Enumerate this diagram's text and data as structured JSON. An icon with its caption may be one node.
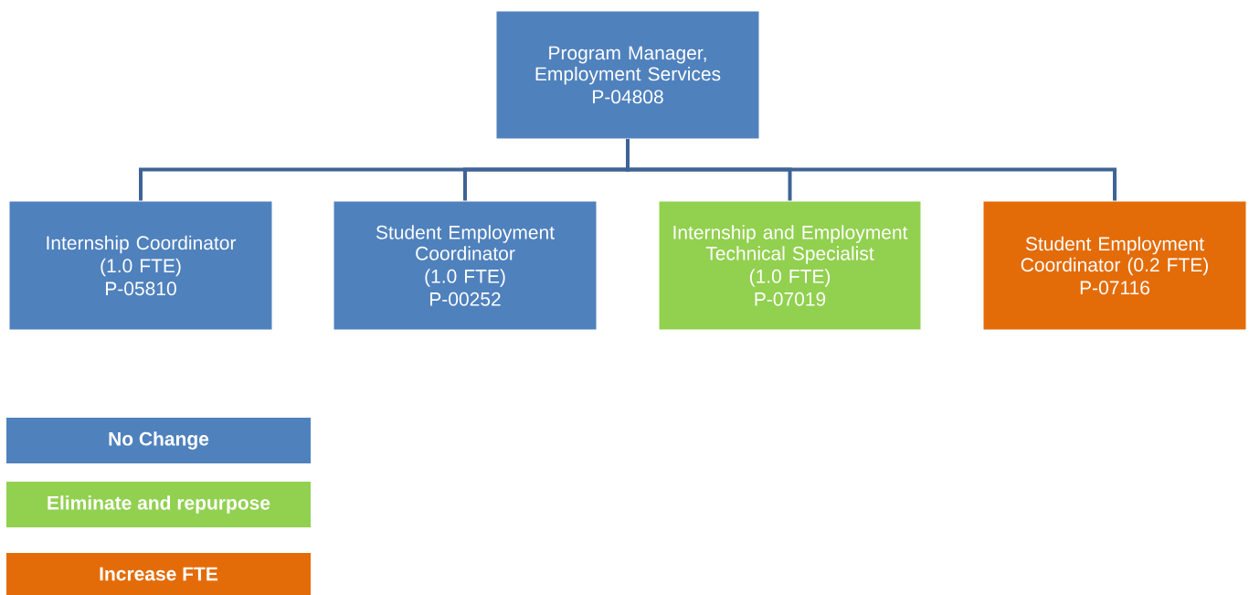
{
  "diagram": {
    "nodes": [
      {
        "text": [
          "Program Manager, Employment Services",
          "P-04808"
        ]
      },
      {
        "text": [
          "Internship Coordinator",
          "(1.0 FTE)",
          "P-05810"
        ]
      },
      {
        "text": [
          "Student Employment Coordinator",
          "(1.0 FTE)",
          "P-00252"
        ]
      },
      {
        "text": [
          "Internship and Employment Technical Specialist",
          "(1.0 FTE)",
          "P-07019"
        ]
      },
      {
        "text": [
          "Student Employment Coordinator (0.2 FTE)",
          "P-07116"
        ]
      }
    ],
    "edges": [
      {
        "from": 0,
        "to": 1,
        "arrow": "none"
      },
      {
        "from": 0,
        "to": 2,
        "arrow": "none"
      },
      {
        "from": 0,
        "to": 3,
        "arrow": "none"
      },
      {
        "from": 0,
        "to": 4,
        "arrow": "none"
      }
    ],
    "legend": [
      {
        "text": "No Change",
        "color": "#4f81bd"
      },
      {
        "text": "Eliminate and repurpose",
        "color": "#92d050"
      },
      {
        "text": "Increase FTE",
        "color": "#e36c09"
      }
    ]
  }
}
